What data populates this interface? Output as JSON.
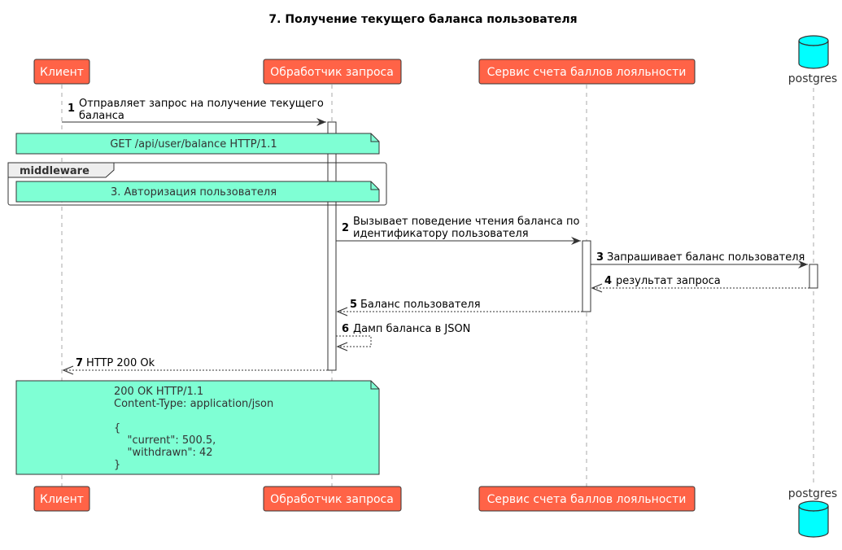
{
  "title": "7. Получение текущего баланса пользователя",
  "participants": [
    {
      "id": "client",
      "label": "Клиент"
    },
    {
      "id": "handler",
      "label": "Обработчик запроса"
    },
    {
      "id": "service",
      "label": "Сервис счета баллов лояльности"
    },
    {
      "id": "postgres",
      "label": "postgres"
    }
  ],
  "colors": {
    "participant_fill": "#FF6347",
    "note_fill": "#7FFFD4",
    "database_fill": "#00FFFF",
    "line": "#333333"
  },
  "messages": [
    {
      "num": "1",
      "lines": [
        "Отправляет запрос на получение текущего",
        "баланса"
      ]
    },
    {
      "num": "2",
      "lines": [
        "Вызывает поведение чтения баланса по",
        "идентификатору пользователя"
      ]
    },
    {
      "num": "3",
      "lines": [
        "Запрашивает баланс пользователя"
      ]
    },
    {
      "num": "4",
      "lines": [
        "результат запроса"
      ]
    },
    {
      "num": "5",
      "lines": [
        "Баланс пользователя"
      ]
    },
    {
      "num": "6",
      "lines": [
        "Дамп баланса в JSON"
      ]
    },
    {
      "num": "7",
      "lines": [
        "HTTP 200 Ok"
      ]
    }
  ],
  "notes": {
    "request": [
      "GET /api/user/balance HTTP/1.1"
    ],
    "auth": [
      "3. Авторизация пользователя"
    ],
    "response": [
      "200 OK HTTP/1.1",
      "Content-Type: application/json",
      "",
      "{",
      "    \"current\": 500.5,",
      "    \"withdrawn\": 42",
      "}"
    ]
  },
  "group": {
    "label": "middleware"
  }
}
